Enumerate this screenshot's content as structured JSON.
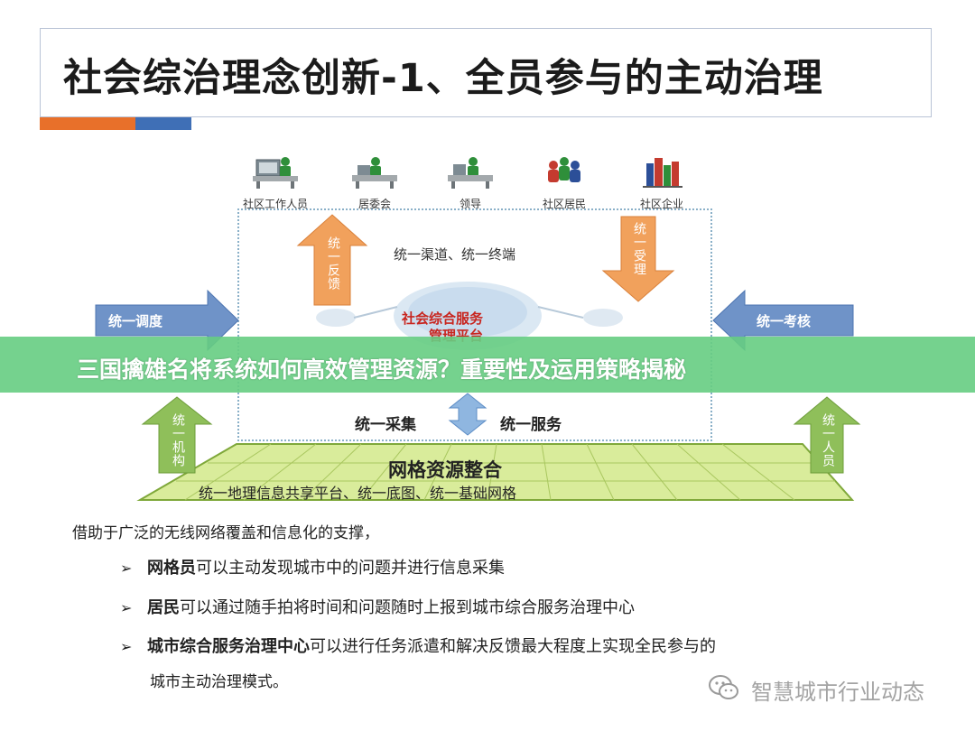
{
  "title": "社会综治理念创新-1、全员参与的主动治理",
  "colors": {
    "orange": "#e8702a",
    "blue": "#3f6fb6",
    "green_arrow": "#8fbf5a",
    "orange_arrow": "#f1a15c",
    "blue_arrow": "#6f93c8",
    "banner": "#66cd82",
    "grid_fill": "#d9ec9b"
  },
  "roles": [
    {
      "label": "社区工作人员",
      "icon": "office-worker-icon"
    },
    {
      "label": "居委会",
      "icon": "committee-desk-icon"
    },
    {
      "label": "领导",
      "icon": "leader-desk-icon"
    },
    {
      "label": "社区居民",
      "icon": "residents-group-icon"
    },
    {
      "label": "社区企业",
      "icon": "buildings-icon"
    }
  ],
  "diagram": {
    "channel": "统一渠道、统一终端",
    "center_line1": "社会综合服务",
    "center_line2": "管理平台",
    "left_up_arrow": "统一反馈",
    "right_down_arrow": "统一受理",
    "left_arrow": "统一调度",
    "right_arrow": "统一考核",
    "left_bottom_arrow": "统一机构",
    "right_bottom_arrow": "统一人员",
    "collect": "统一采集",
    "service": "统一服务",
    "grid_title": "网格资源整合",
    "grid_sub": "统一地理信息共享平台、统一底图、统一基础网格"
  },
  "banner": "三国擒雄名将系统如何高效管理资源？重要性及运用策略揭秘",
  "intro": "借助于广泛的无线网络覆盖和信息化的支撑，",
  "bullets": [
    {
      "bold": "网格员",
      "rest": "可以主动发现城市中的问题并进行信息采集"
    },
    {
      "bold": "居民",
      "rest": "可以通过随手拍将时间和问题随时上报到城市综合服务治理中心"
    },
    {
      "bold": "城市综合服务治理中心",
      "rest": "可以进行任务派遣和解决反馈最大程度上实现全民参与的"
    }
  ],
  "bullet_cont": "城市主动治理模式。",
  "watermark": "智慧城市行业动态"
}
